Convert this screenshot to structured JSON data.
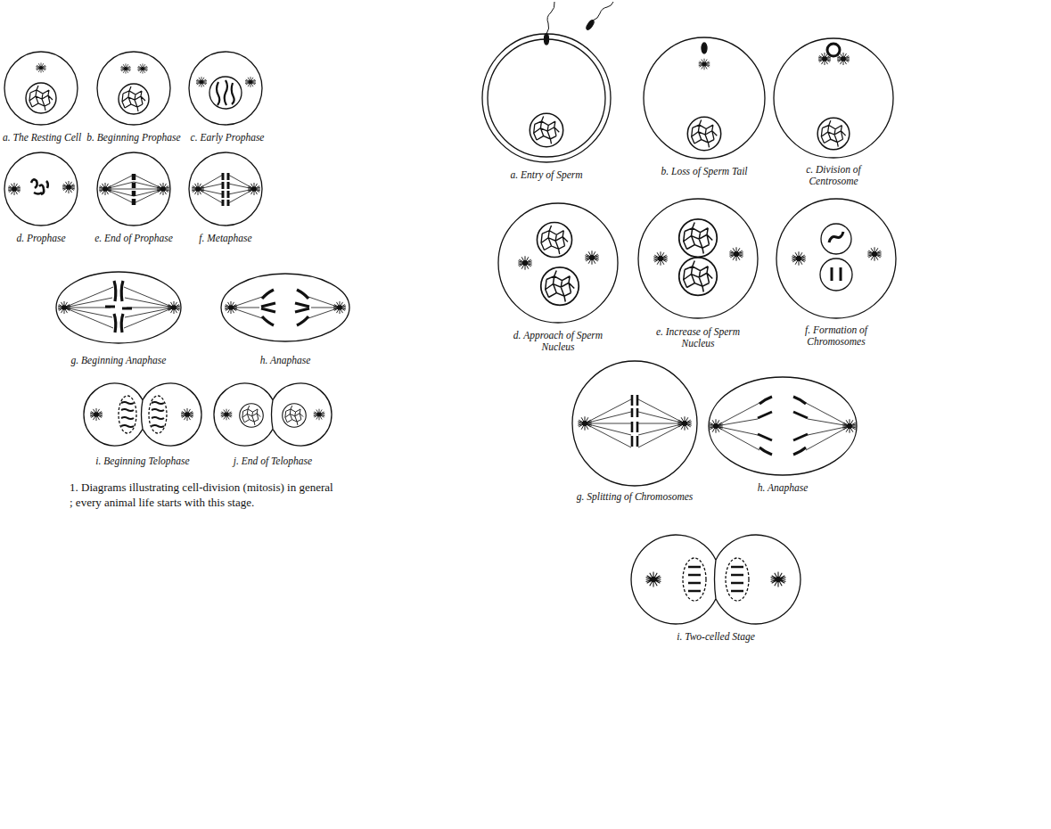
{
  "diagram": {
    "caption": "1. Diagrams illustrating cell-division (mitosis) in general ; every animal life starts with this stage.",
    "labels": [
      "a. The Resting Cell",
      "b. Beginning Prophase",
      "c. Early Prophase",
      "d. Prophase",
      "e. End of Prophase",
      "f. Metaphase",
      "g. Beginning Anaphase",
      "h. Anaphase",
      "i. Beginning Telophase",
      "j. End of Telophase",
      "a. Entry of Sperm",
      "b. Loss of Sperm Tail",
      "c. Division of Centrosome",
      "d. Approach of Sperm Nucleus",
      "e. Increase of Sperm Nucleus",
      "f. Formation of Chromosomes",
      "g. Splitting of Chromosomes",
      "h. Anaphase",
      "i. Two-celled Stage"
    ]
  }
}
